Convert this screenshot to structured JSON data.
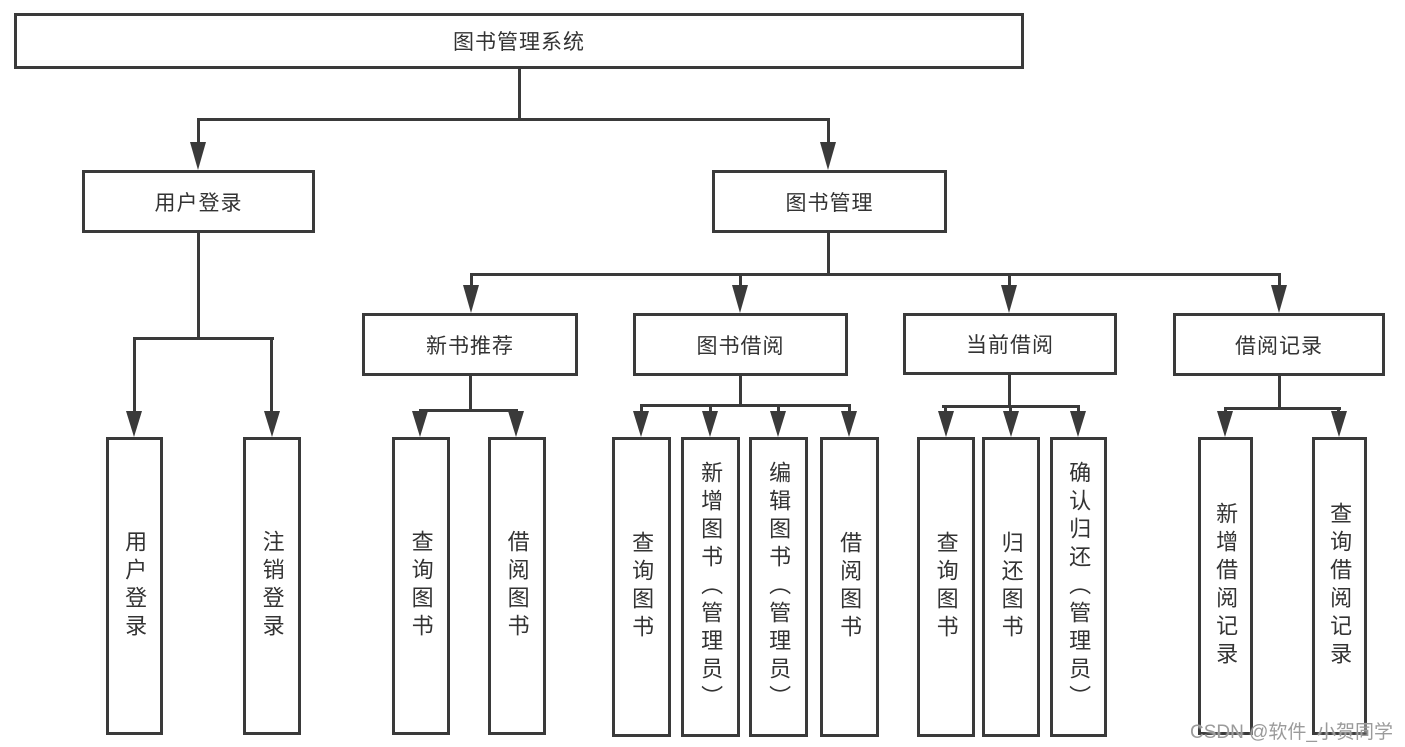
{
  "diagram": {
    "title": "图书管理系统",
    "watermark": "CSDN @软件_小贺同学",
    "colors": {
      "line": "#3a3a3a",
      "text": "#333333",
      "background": "#ffffff",
      "watermark": "#9b9b9b"
    },
    "nodes": {
      "root": {
        "label": "图书管理系统"
      },
      "user_login": {
        "label": "用户登录"
      },
      "book_mgmt": {
        "label": "图书管理"
      },
      "user_login_leaf": {
        "label": "用户登录"
      },
      "logout_leaf": {
        "label": "注销登录"
      },
      "new_book_rec": {
        "label": "新书推荐"
      },
      "book_borrow": {
        "label": "图书借阅"
      },
      "current_borrow": {
        "label": "当前借阅"
      },
      "borrow_records": {
        "label": "借阅记录"
      },
      "query_books_1": {
        "label": "查询图书"
      },
      "borrow_books_1": {
        "label": "借阅图书"
      },
      "query_books_2": {
        "label": "查询图书"
      },
      "add_books": {
        "label": "新增图书（管理员）"
      },
      "edit_books": {
        "label": "编辑图书（管理员）"
      },
      "borrow_books_2": {
        "label": "借阅图书"
      },
      "query_books_3": {
        "label": "查询图书"
      },
      "return_books": {
        "label": "归还图书"
      },
      "confirm_return": {
        "label": "确认归还（管理员）"
      },
      "add_borrow_record": {
        "label": "新增借阅记录"
      },
      "query_borrow_record": {
        "label": "查询借阅记录"
      }
    },
    "hierarchy": {
      "图书管理系统": {
        "用户登录": [
          "用户登录",
          "注销登录"
        ],
        "图书管理": {
          "新书推荐": [
            "查询图书",
            "借阅图书"
          ],
          "图书借阅": [
            "查询图书",
            "新增图书（管理员）",
            "编辑图书（管理员）",
            "借阅图书"
          ],
          "当前借阅": [
            "查询图书",
            "归还图书",
            "确认归还（管理员）"
          ],
          "借阅记录": [
            "新增借阅记录",
            "查询借阅记录"
          ]
        }
      }
    }
  }
}
